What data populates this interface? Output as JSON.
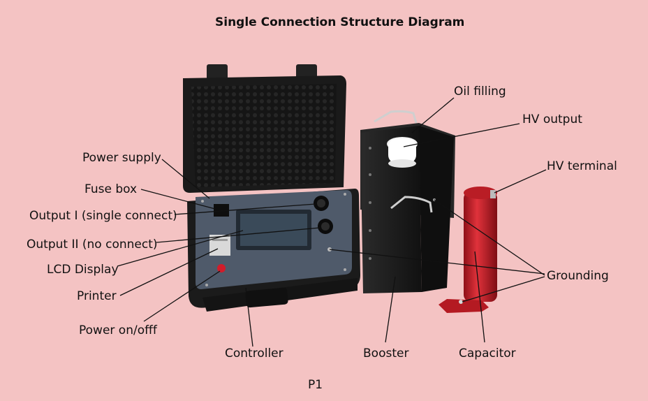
{
  "title": "Single Connection Structure Diagram",
  "page_label": "P1",
  "labels": {
    "power_supply": "Power supply",
    "fuse_box": "Fuse box",
    "output_1": "Output I (single connect)",
    "output_2": "Output II (no connect)",
    "lcd_display": "LCD Display",
    "printer": "Printer",
    "power_onoff": "Power on/offf",
    "controller": "Controller",
    "booster": "Booster",
    "capacitor": "Capacitor",
    "oil_filling": "Oil filling",
    "hv_output": "HV output",
    "hv_terminal": "HV terminal",
    "grounding": "Grounding"
  },
  "colors": {
    "background": "#f4c3c3",
    "case": "#1c1c1c",
    "panel": "#4f5a6a",
    "booster": "#1f1f1f",
    "capacitor": "#c8202b",
    "insulator": "#ffffff",
    "leader": "#111111"
  }
}
